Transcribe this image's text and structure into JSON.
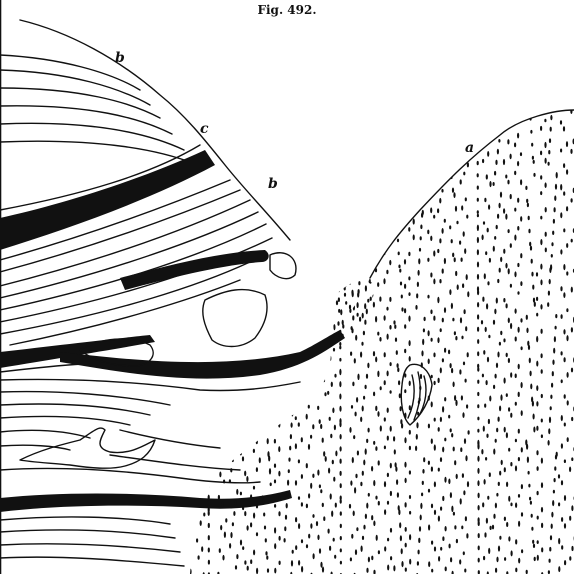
{
  "figure": {
    "title": "Fig. 492.",
    "labels": {
      "b_top": "b",
      "c": "c",
      "b_mid": "b",
      "a": "a"
    }
  }
}
